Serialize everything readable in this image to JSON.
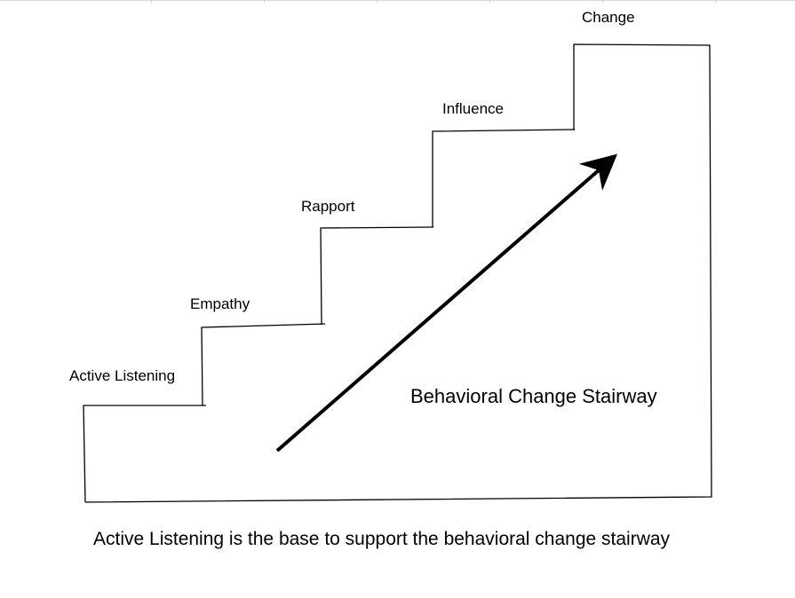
{
  "diagram": {
    "steps": [
      {
        "label": "Active Listening"
      },
      {
        "label": "Empathy"
      },
      {
        "label": "Rapport"
      },
      {
        "label": "Influence"
      },
      {
        "label": "Change"
      }
    ],
    "title": "Behavioral Change Stairway",
    "caption": "Active Listening is the base to support the behavioral change stairway",
    "colors": {
      "line": "#000000",
      "background": "#ffffff"
    }
  }
}
